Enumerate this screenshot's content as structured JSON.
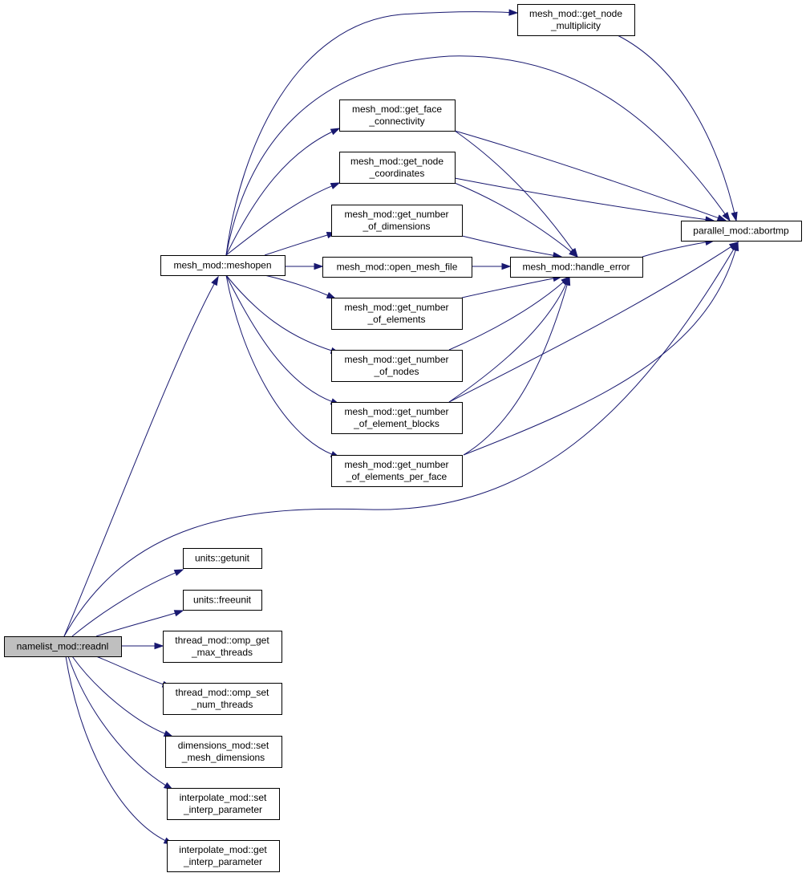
{
  "nodes": {
    "readnl": [
      "namelist_mod::readnl"
    ],
    "meshopen": [
      "mesh_mod::meshopen"
    ],
    "get_node_multiplicity": [
      "mesh_mod::get_node",
      "_multiplicity"
    ],
    "get_face_connectivity": [
      "mesh_mod::get_face",
      "_connectivity"
    ],
    "get_node_coordinates": [
      "mesh_mod::get_node",
      "_coordinates"
    ],
    "get_number_of_dimensions": [
      "mesh_mod::get_number",
      "_of_dimensions"
    ],
    "open_mesh_file": [
      "mesh_mod::open_mesh_file"
    ],
    "handle_error": [
      "mesh_mod::handle_error"
    ],
    "abortmp": [
      "parallel_mod::abortmp"
    ],
    "get_number_of_elements": [
      "mesh_mod::get_number",
      "_of_elements"
    ],
    "get_number_of_nodes": [
      "mesh_mod::get_number",
      "_of_nodes"
    ],
    "get_number_of_element_blocks": [
      "mesh_mod::get_number",
      "_of_element_blocks"
    ],
    "get_number_of_elements_per_face": [
      "mesh_mod::get_number",
      "_of_elements_per_face"
    ],
    "getunit": [
      "units::getunit"
    ],
    "freeunit": [
      "units::freeunit"
    ],
    "omp_get_max_threads": [
      "thread_mod::omp_get",
      "_max_threads"
    ],
    "omp_set_num_threads": [
      "thread_mod::omp_set",
      "_num_threads"
    ],
    "set_mesh_dimensions": [
      "dimensions_mod::set",
      "_mesh_dimensions"
    ],
    "set_interp_parameter": [
      "interpolate_mod::set",
      "_interp_parameter"
    ],
    "get_interp_parameter": [
      "interpolate_mod::get",
      "_interp_parameter"
    ]
  },
  "edges": [
    [
      "readnl",
      "meshopen"
    ],
    [
      "readnl",
      "abortmp"
    ],
    [
      "readnl",
      "getunit"
    ],
    [
      "readnl",
      "freeunit"
    ],
    [
      "readnl",
      "omp_get_max_threads"
    ],
    [
      "readnl",
      "omp_set_num_threads"
    ],
    [
      "readnl",
      "set_mesh_dimensions"
    ],
    [
      "readnl",
      "set_interp_parameter"
    ],
    [
      "readnl",
      "get_interp_parameter"
    ],
    [
      "meshopen",
      "get_node_multiplicity"
    ],
    [
      "meshopen",
      "abortmp"
    ],
    [
      "meshopen",
      "get_face_connectivity"
    ],
    [
      "meshopen",
      "get_node_coordinates"
    ],
    [
      "meshopen",
      "get_number_of_dimensions"
    ],
    [
      "meshopen",
      "open_mesh_file"
    ],
    [
      "meshopen",
      "get_number_of_elements"
    ],
    [
      "meshopen",
      "get_number_of_nodes"
    ],
    [
      "meshopen",
      "get_number_of_element_blocks"
    ],
    [
      "meshopen",
      "get_number_of_elements_per_face"
    ],
    [
      "get_node_multiplicity",
      "abortmp"
    ],
    [
      "get_face_connectivity",
      "abortmp"
    ],
    [
      "get_face_connectivity",
      "handle_error"
    ],
    [
      "get_node_coordinates",
      "abortmp"
    ],
    [
      "get_node_coordinates",
      "handle_error"
    ],
    [
      "get_number_of_dimensions",
      "handle_error"
    ],
    [
      "open_mesh_file",
      "handle_error"
    ],
    [
      "handle_error",
      "abortmp"
    ],
    [
      "get_number_of_elements",
      "handle_error"
    ],
    [
      "get_number_of_nodes",
      "handle_error"
    ],
    [
      "get_number_of_element_blocks",
      "handle_error"
    ],
    [
      "get_number_of_element_blocks",
      "abortmp"
    ],
    [
      "get_number_of_elements_per_face",
      "handle_error"
    ],
    [
      "get_number_of_elements_per_face",
      "abortmp"
    ]
  ],
  "colors": {
    "edge": "#191970",
    "node_border": "#000000",
    "root_fill": "#bfbfbf",
    "node_fill": "#ffffff"
  }
}
